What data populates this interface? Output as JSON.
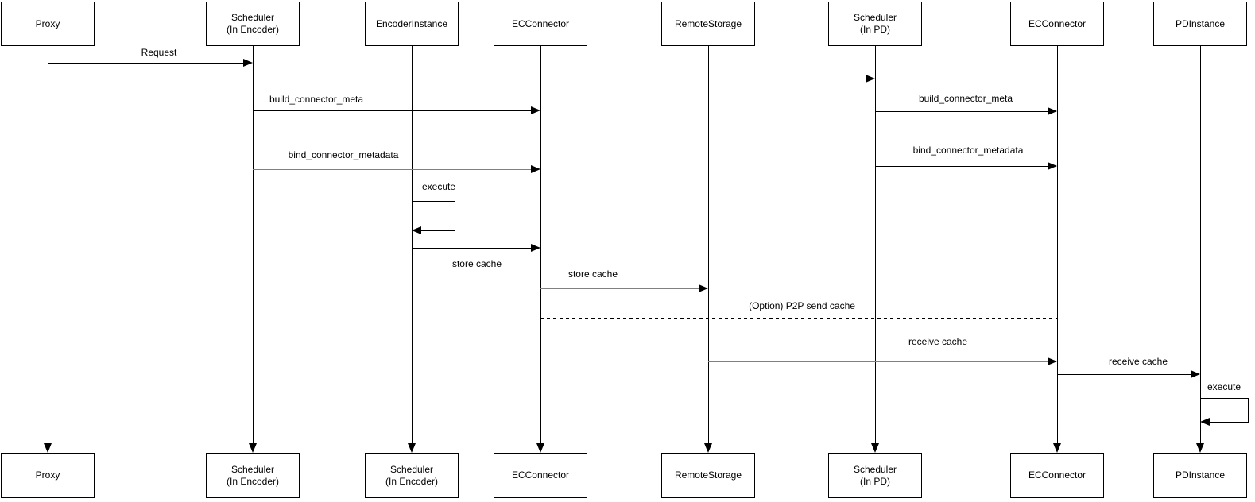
{
  "diagram": {
    "type": "uml-sequence",
    "colors": {
      "stroke": "#000000",
      "fill": "#ffffff",
      "text": "#000000",
      "muted_line": "#808080"
    },
    "actors_top": [
      {
        "label": "Proxy"
      },
      {
        "label": "Scheduler\n(In Encoder)"
      },
      {
        "label": "EncoderInstance"
      },
      {
        "label": "ECConnector"
      },
      {
        "label": "RemoteStorage"
      },
      {
        "label": "Scheduler\n(In PD)"
      },
      {
        "label": "ECConnector"
      },
      {
        "label": "PDInstance"
      }
    ],
    "actors_bottom": [
      {
        "label": "Proxy"
      },
      {
        "label": "Scheduler\n(In Encoder)"
      },
      {
        "label": "Scheduler\n(In Encoder)"
      },
      {
        "label": "ECConnector"
      },
      {
        "label": "RemoteStorage"
      },
      {
        "label": "Scheduler\n(In PD)"
      },
      {
        "label": "ECConnector"
      },
      {
        "label": "PDInstance"
      }
    ],
    "messages": [
      {
        "from": "Proxy",
        "to": "Scheduler (In Encoder)",
        "label": "Request",
        "style": "solid"
      },
      {
        "from": "Proxy",
        "to": "Scheduler (In PD)",
        "label": "",
        "style": "solid"
      },
      {
        "from": "Scheduler (In Encoder)",
        "to": "ECConnector",
        "label": "build_connector_meta",
        "style": "solid"
      },
      {
        "from": "Scheduler (In Encoder)",
        "to": "ECConnector",
        "label": "bind_connector_metadata",
        "style": "solid"
      },
      {
        "from": "EncoderInstance",
        "to": "EncoderInstance",
        "label": "execute",
        "style": "self-loop"
      },
      {
        "from": "EncoderInstance",
        "to": "ECConnector",
        "label": "store cache",
        "style": "solid"
      },
      {
        "from": "ECConnector",
        "to": "RemoteStorage",
        "label": "store cache",
        "style": "solid"
      },
      {
        "from": "ECConnector",
        "to": "ECConnector (PD side)",
        "label": "(Option) P2P send cache",
        "style": "dashed"
      },
      {
        "from": "Scheduler (In PD)",
        "to": "ECConnector (PD side)",
        "label": "build_connector_meta",
        "style": "solid"
      },
      {
        "from": "Scheduler (In PD)",
        "to": "ECConnector (PD side)",
        "label": "bind_connector_metadata",
        "style": "solid"
      },
      {
        "from": "RemoteStorage",
        "to": "ECConnector (PD side)",
        "label": "receive cache",
        "style": "solid"
      },
      {
        "from": "ECConnector (PD side)",
        "to": "PDInstance",
        "label": "receive cache",
        "style": "solid"
      },
      {
        "from": "PDInstance",
        "to": "PDInstance",
        "label": "execute",
        "style": "self-loop"
      }
    ]
  }
}
